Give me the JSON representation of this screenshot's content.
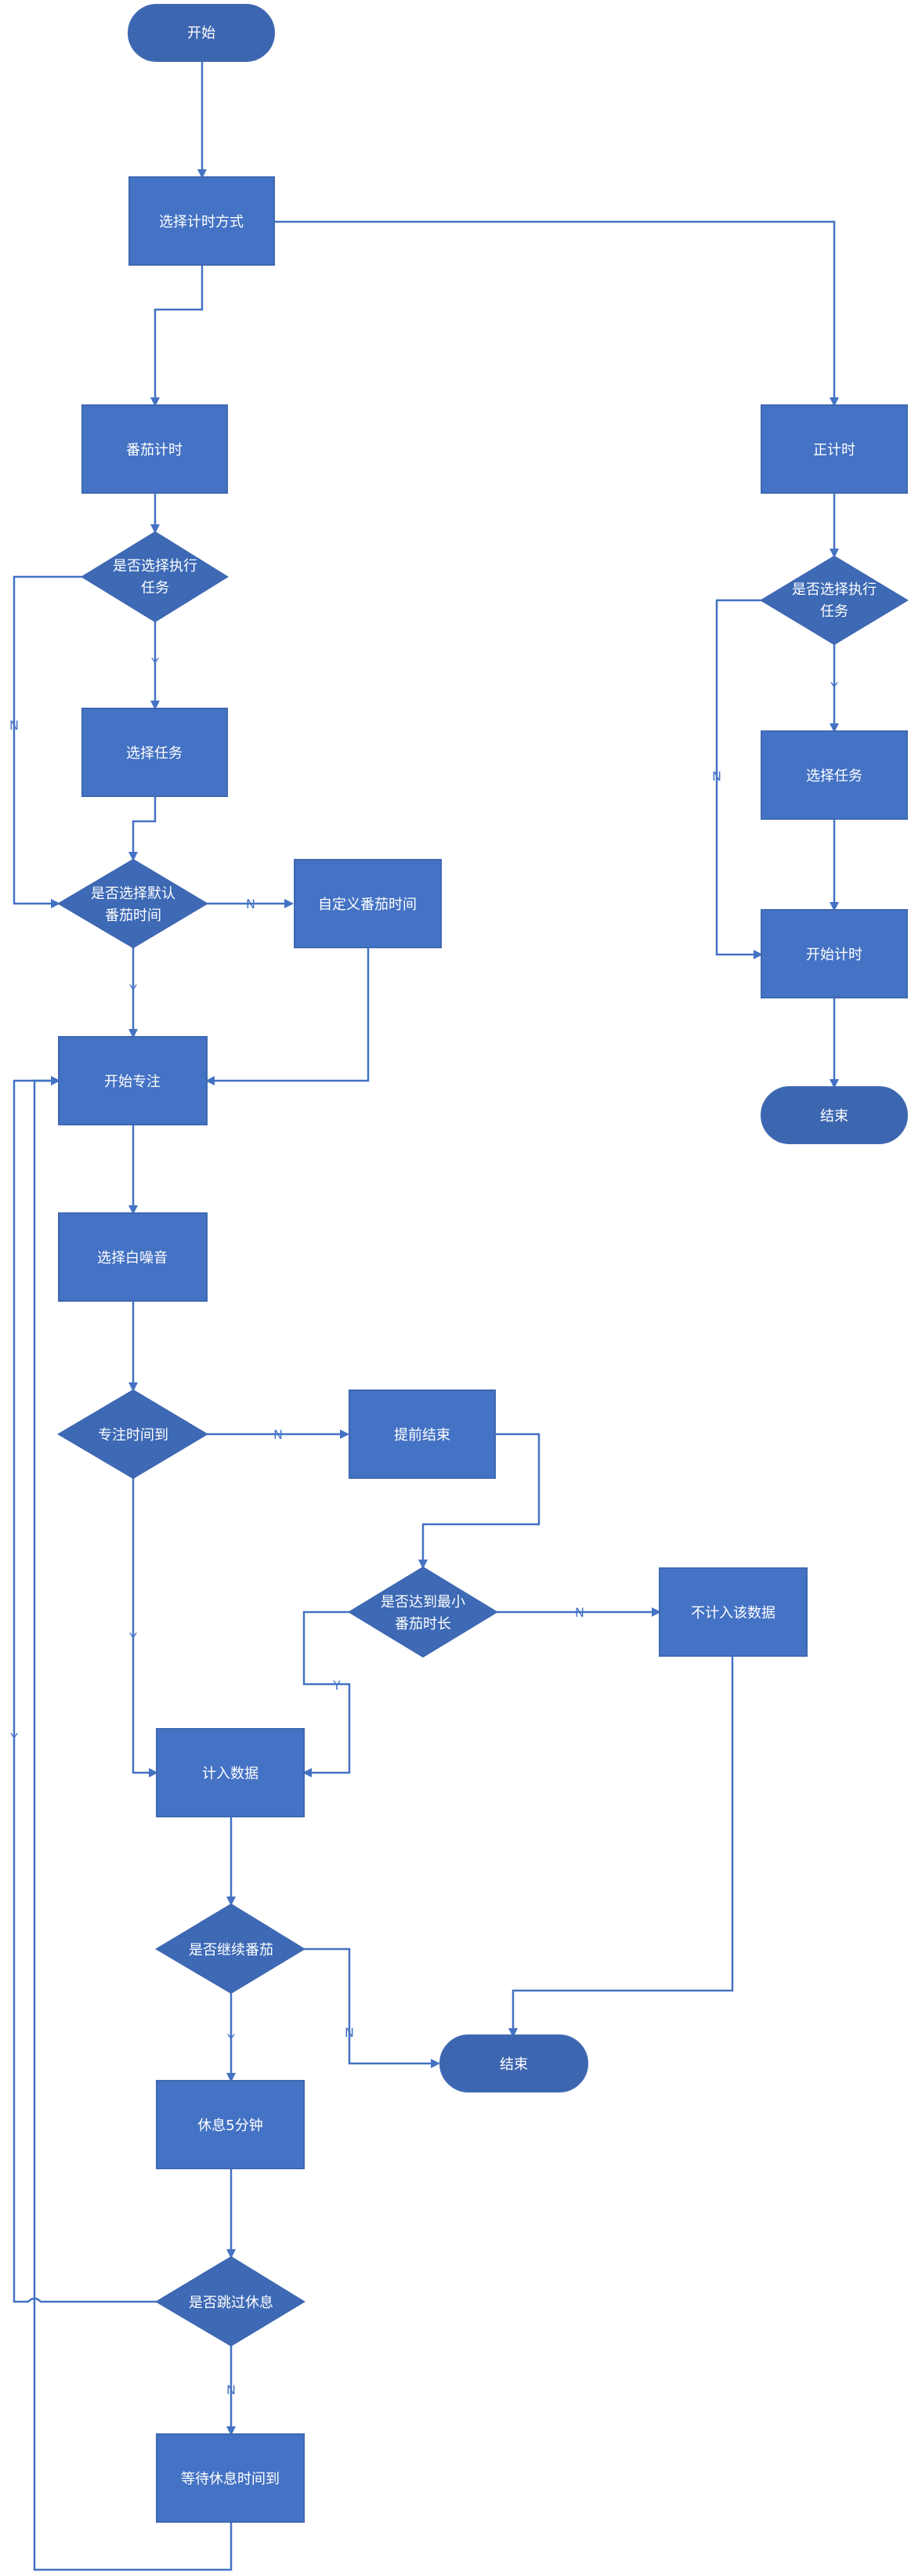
{
  "colors": {
    "box": "#4472c4",
    "box_border": "#3f68b2",
    "terminal": "#3d66b0",
    "decision": "#3d69b5",
    "line": "#4472c4",
    "label": "#4472c4",
    "text": "#ffffff"
  },
  "nodes": {
    "start": "开始",
    "select_mode": "选择计时方式",
    "pomodoro": "番茄计时",
    "count_up": "正计时",
    "choose_task_q1": [
      "是否选择执行",
      "任务"
    ],
    "choose_task_1": "选择任务",
    "default_time_q": [
      "是否选择默认",
      "番茄时间"
    ],
    "custom_time": "自定义番茄时间",
    "start_focus": "开始专注",
    "white_noise": "选择白噪音",
    "focus_done_q": "专注时间到",
    "early_end": "提前结束",
    "min_time_q": [
      "是否达到最小",
      "番茄时长"
    ],
    "not_count": "不计入该数据",
    "count_data": "计入数据",
    "continue_q": "是否继续番茄",
    "end_left": "结束",
    "rest": "休息5分钟",
    "skip_rest_q": "是否跳过休息",
    "wait_rest": "等待休息时间到",
    "choose_task_q2": [
      "是否选择执行",
      "任务"
    ],
    "choose_task_2": "选择任务",
    "start_timer": "开始计时",
    "end_right": "结束"
  },
  "labels": {
    "y": "Y",
    "n": "N"
  }
}
